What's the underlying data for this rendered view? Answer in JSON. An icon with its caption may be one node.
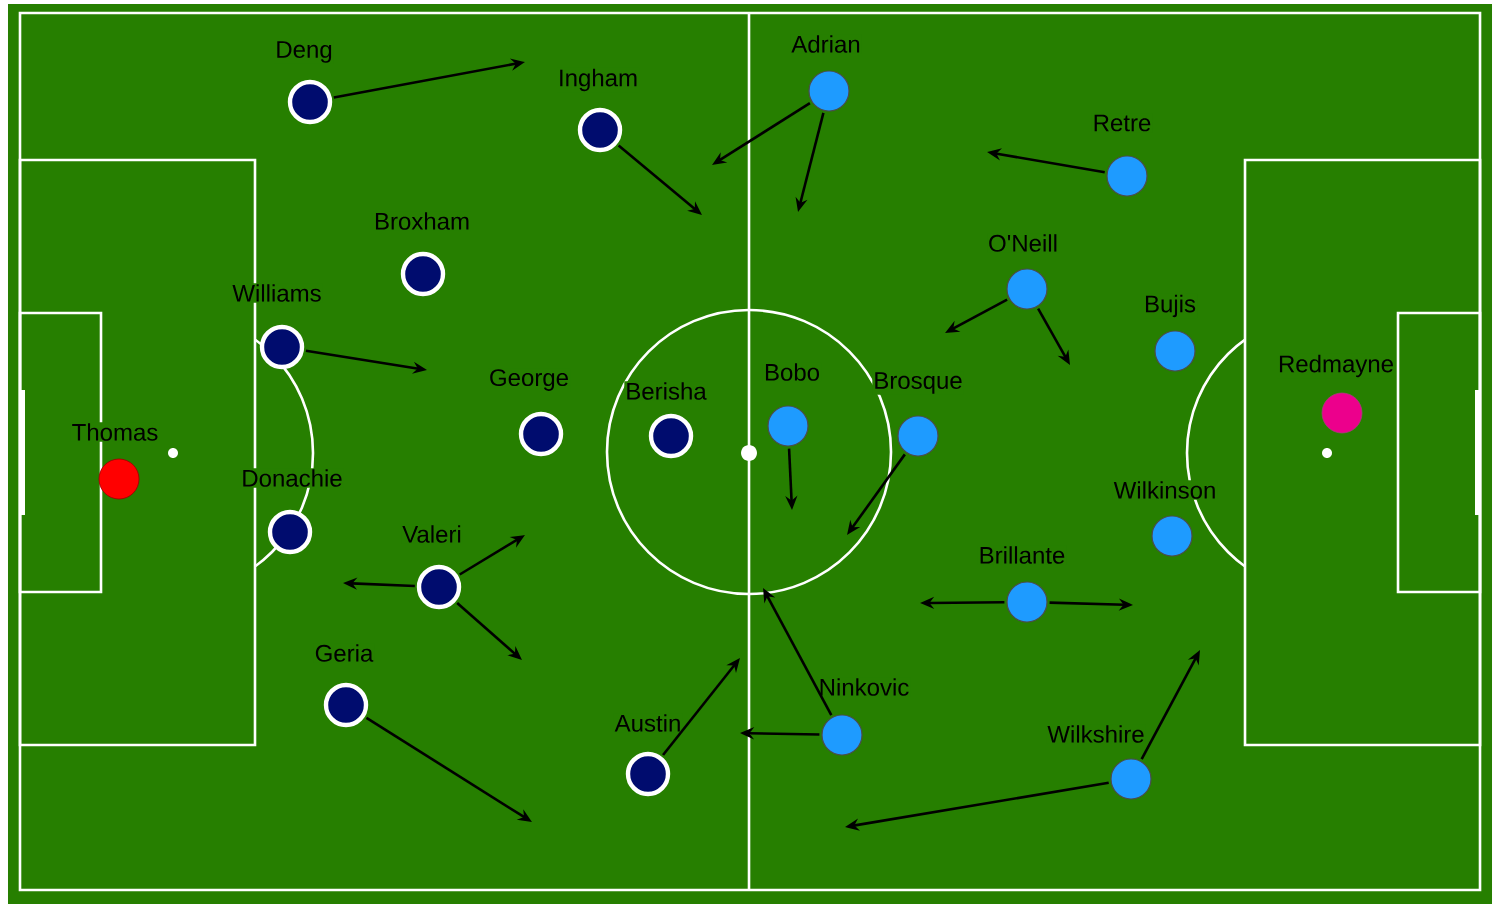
{
  "diagram": {
    "nodes": [
      {
        "text": [
          "Deng"
        ]
      },
      {
        "text": [
          "Ingham"
        ]
      },
      {
        "text": [
          "Adrian"
        ]
      },
      {
        "text": [
          "Retre"
        ]
      },
      {
        "text": [
          "Broxham"
        ]
      },
      {
        "text": [
          "O'Neill"
        ]
      },
      {
        "text": [
          "Williams"
        ]
      },
      {
        "text": [
          "Bujis"
        ]
      },
      {
        "text": [
          "Redmayne"
        ]
      },
      {
        "text": [
          "Thomas"
        ]
      },
      {
        "text": [
          "George"
        ]
      },
      {
        "text": [
          "Berisha"
        ]
      },
      {
        "text": [
          "Bobo"
        ]
      },
      {
        "text": [
          "Brosque"
        ]
      },
      {
        "text": [
          "Donachie"
        ]
      },
      {
        "text": [
          "Wilkinson"
        ]
      },
      {
        "text": [
          "Valeri"
        ]
      },
      {
        "text": [
          "Brillante"
        ]
      },
      {
        "text": [
          "Geria"
        ]
      },
      {
        "text": [
          "Ninkovic"
        ]
      },
      {
        "text": [
          "Austin"
        ]
      },
      {
        "text": [
          "Wilkshire"
        ]
      }
    ],
    "edges": [
      {
        "from": 0,
        "to": null,
        "arrow": "to"
      },
      {
        "from": 1,
        "to": null,
        "arrow": "to"
      },
      {
        "from": 2,
        "to": null,
        "arrow": "to"
      },
      {
        "from": 2,
        "to": null,
        "arrow": "to"
      },
      {
        "from": 3,
        "to": null,
        "arrow": "to"
      },
      {
        "from": 5,
        "to": null,
        "arrow": "to"
      },
      {
        "from": 5,
        "to": null,
        "arrow": "to"
      },
      {
        "from": 6,
        "to": null,
        "arrow": "to"
      },
      {
        "from": 12,
        "to": null,
        "arrow": "to"
      },
      {
        "from": 13,
        "to": null,
        "arrow": "to"
      },
      {
        "from": 16,
        "to": null,
        "arrow": "to"
      },
      {
        "from": 16,
        "to": null,
        "arrow": "to"
      },
      {
        "from": 16,
        "to": null,
        "arrow": "to"
      },
      {
        "from": 17,
        "to": null,
        "arrow": "to"
      },
      {
        "from": 17,
        "to": null,
        "arrow": "to"
      },
      {
        "from": 18,
        "to": null,
        "arrow": "to"
      },
      {
        "from": 19,
        "to": null,
        "arrow": "to"
      },
      {
        "from": 19,
        "to": null,
        "arrow": "to"
      },
      {
        "from": 20,
        "to": null,
        "arrow": "to"
      },
      {
        "from": 21,
        "to": null,
        "arrow": "to"
      },
      {
        "from": 21,
        "to": null,
        "arrow": "to"
      }
    ]
  }
}
